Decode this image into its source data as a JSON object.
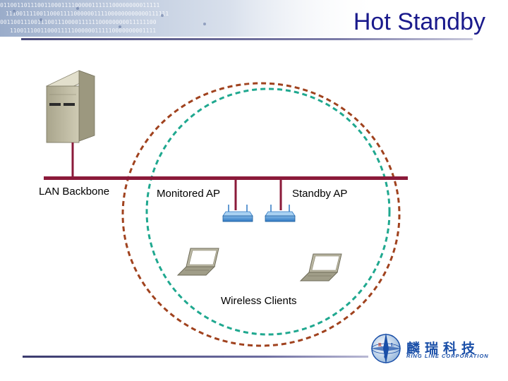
{
  "slide": {
    "title": "Hot Standby"
  },
  "labels": {
    "lan_backbone": "LAN Backbone",
    "monitored_ap": "Monitored AP",
    "standby_ap": "Standby AP",
    "wireless_clients": "Wireless Clients"
  },
  "branding": {
    "company_cn": "麟瑞科技",
    "company_en": "RING LINE CORPORATION",
    "logo_letters": [
      "R",
      "L",
      "C"
    ]
  },
  "colors": {
    "title": "#1a1a8c",
    "backbone": "#8b1a3a",
    "circle_red": "#a0421e",
    "circle_teal": "#1fa88f",
    "brand": "#1a4fa8"
  },
  "icons": {
    "server": "server-tower-icon",
    "access_point": "access-point-icon",
    "laptop": "laptop-icon"
  }
}
